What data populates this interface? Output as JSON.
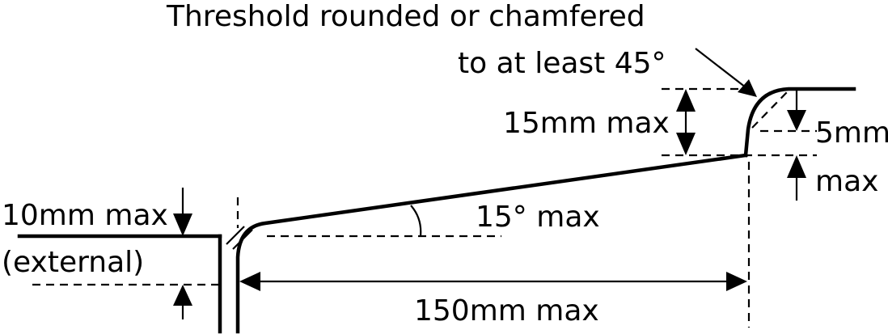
{
  "labels": {
    "threshold_line1": "Threshold rounded or chamfered",
    "threshold_line2": "to at least 45°",
    "rise_15": "15mm max",
    "step_5_top": "5mm",
    "step_5_bottom": "max",
    "step_10_line1": "10mm max",
    "step_10_line2": "(external)",
    "angle": "15° max",
    "length": "150mm max"
  },
  "colors": {
    "ink": "#000000",
    "background": "#ffffff"
  }
}
